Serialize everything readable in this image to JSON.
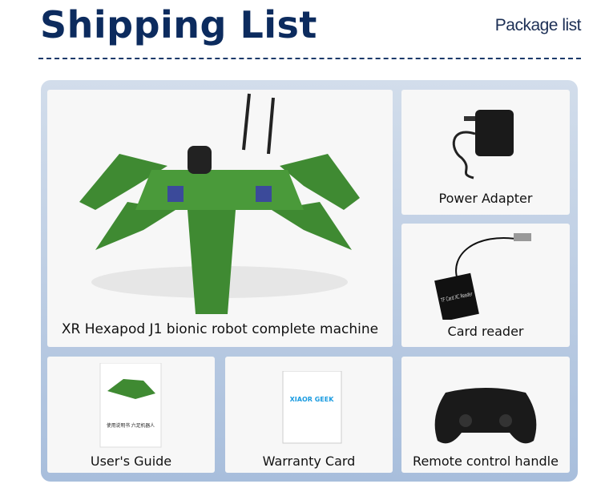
{
  "header": {
    "title": "Shipping List",
    "subtitle": "Package list"
  },
  "items": [
    {
      "label": "XR Hexapod J1  bionic robot complete machine"
    },
    {
      "label": "Power Adapter"
    },
    {
      "label": "Card reader",
      "image_text": "TF Card XC Reader"
    },
    {
      "label": "User's Guide",
      "image_text": "使用说明书 六足机器人"
    },
    {
      "label": "Warranty Card",
      "image_text": "XIAOR GEEK"
    },
    {
      "label": "Remote control handle"
    }
  ],
  "colors": {
    "title": "#0c2b5e",
    "robot": "#3f8a32",
    "panel": "#a8bedc"
  }
}
